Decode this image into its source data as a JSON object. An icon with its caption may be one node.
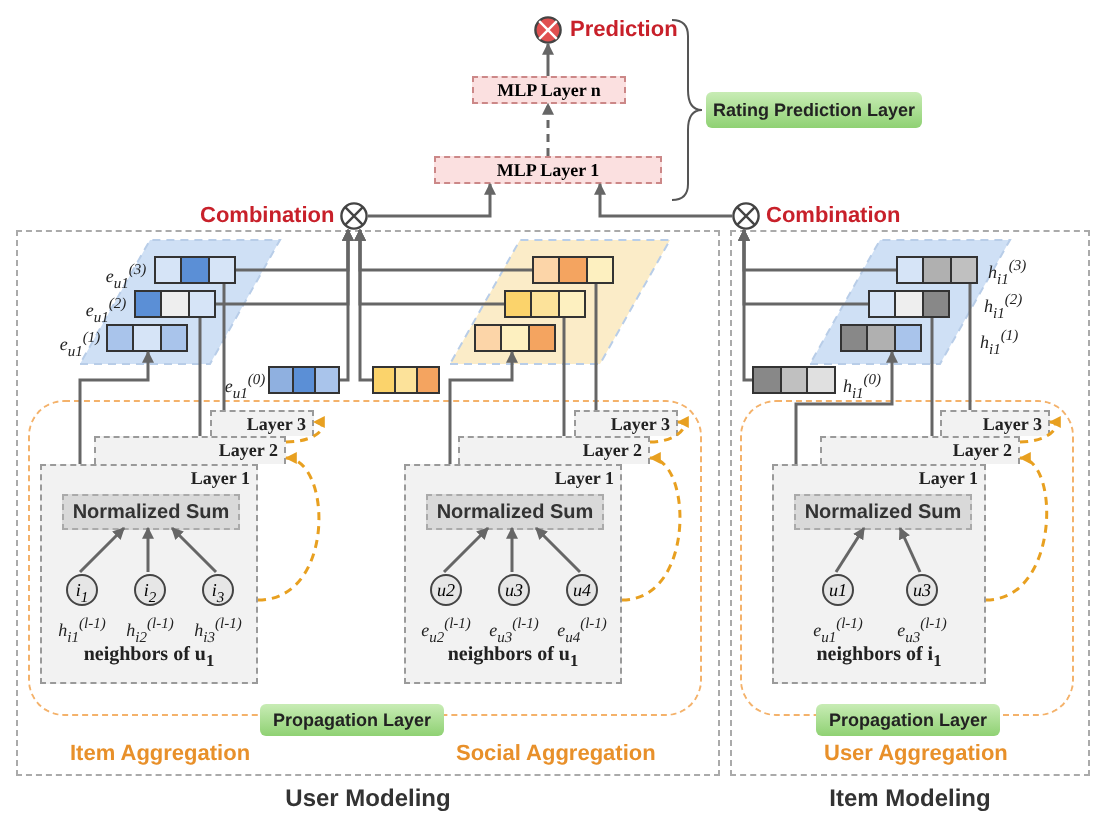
{
  "diagram": {
    "nodes": [
      {
        "text": [
          "User Modeling"
        ]
      },
      {
        "text": [
          "Propagation Layer"
        ],
        "in": 0
      },
      {
        "text": [
          "Layer 3"
        ],
        "in": 1
      },
      {
        "text": [
          "Layer 2"
        ],
        "in": 1
      },
      {
        "text": [
          "Layer 1",
          "neighbors of u$_{1}$"
        ],
        "in": 1
      },
      {
        "text": [
          "Normalized Sum"
        ],
        "in": 4
      },
      {
        "text": [
          "i$_{1}$"
        ],
        "in": 4,
        "beside": [
          "h$_{i1}$$^{(l-1)}$"
        ]
      },
      {
        "text": [
          "i$_{2}$"
        ],
        "in": 4,
        "beside": [
          "h$_{i2}$$^{(l-1)}$"
        ]
      },
      {
        "text": [
          "i$_{3}$"
        ],
        "in": 4,
        "beside": [
          "h$_{i3}$$^{(l-1)}$"
        ]
      },
      {
        "text": [
          "Layer 3"
        ],
        "in": 1
      },
      {
        "text": [
          "Layer 2"
        ],
        "in": 1
      },
      {
        "text": [
          "Layer 1",
          "neighbors of u$_{1}$"
        ],
        "in": 1
      },
      {
        "text": [
          "Normalized Sum"
        ],
        "in": 11
      },
      {
        "text": [
          "u2"
        ],
        "in": 11,
        "beside": [
          "e$_{u2}$$^{(l-1)}$"
        ]
      },
      {
        "text": [
          "u3"
        ],
        "in": 11,
        "beside": [
          "e$_{u3}$$^{(l-1)}$"
        ]
      },
      {
        "text": [
          "u4"
        ],
        "in": 11,
        "beside": [
          "e$_{u4}$$^{(l-1)}$"
        ]
      },
      {
        "text": [],
        "shape": "bar",
        "in": 0,
        "beside": [
          "e$_{u1}$$^{(0)}$"
        ]
      },
      {
        "text": [],
        "shape": "bar",
        "in": 0,
        "beside": [
          "e$_{u1}$$^{(1)}$"
        ]
      },
      {
        "text": [],
        "shape": "bar",
        "in": 0,
        "beside": [
          "e$_{u1}$$^{(2)}$"
        ]
      },
      {
        "text": [],
        "shape": "bar",
        "in": 0,
        "beside": [
          "e$_{u1}$$^{(3)}$"
        ]
      },
      {
        "text": [],
        "shape": "bar",
        "in": 0
      },
      {
        "text": [],
        "shape": "bar",
        "in": 0
      },
      {
        "text": [],
        "shape": "bar",
        "in": 0
      },
      {
        "text": [],
        "shape": "bar",
        "in": 0
      },
      {
        "text": [],
        "shape": "circle",
        "beside": [
          "Combination"
        ]
      },
      {
        "text": [
          "Item Modeling"
        ]
      },
      {
        "text": [
          "Propagation Layer"
        ],
        "in": 25
      },
      {
        "text": [
          "Layer 3"
        ],
        "in": 26
      },
      {
        "text": [
          "Layer 2"
        ],
        "in": 26
      },
      {
        "text": [
          "Layer 1",
          "neighbors of i$_{1}$"
        ],
        "in": 26
      },
      {
        "text": [
          "Normalized Sum"
        ],
        "in": 29
      },
      {
        "text": [
          "u1"
        ],
        "in": 29,
        "beside": [
          "e$_{u1}$$^{(l-1)}$"
        ]
      },
      {
        "text": [
          "u3"
        ],
        "in": 29,
        "beside": [
          "e$_{u3}$$^{(l-1)}$"
        ]
      },
      {
        "text": [],
        "shape": "bar",
        "in": 25,
        "beside": [
          "h$_{i1}$$^{(0)}$"
        ]
      },
      {
        "text": [],
        "shape": "bar",
        "in": 25
      },
      {
        "text": [],
        "shape": "bar",
        "in": 25
      },
      {
        "text": [],
        "shape": "bar",
        "in": 25
      },
      {
        "text": [],
        "shape": "circle",
        "beside": [
          "Combination"
        ]
      },
      {
        "text": [
          "MLP Layer 1"
        ]
      },
      {
        "text": [
          "MLP Layer n"
        ]
      },
      {
        "text": [],
        "shape": "circle",
        "beside": [
          "Prediction"
        ]
      },
      {
        "text": [
          "Rating Prediction Layer"
        ]
      }
    ],
    "edges": [
      {
        "from": 6,
        "to": 5,
        "arrow": "to"
      },
      {
        "from": 7,
        "to": 5,
        "arrow": "to"
      },
      {
        "from": 8,
        "to": 5,
        "arrow": "to"
      },
      {
        "from": 13,
        "to": 12,
        "arrow": "to"
      },
      {
        "from": 14,
        "to": 12,
        "arrow": "to"
      },
      {
        "from": 15,
        "to": 12,
        "arrow": "to"
      },
      {
        "from": 31,
        "to": 30,
        "arrow": "to"
      },
      {
        "from": 32,
        "to": 30,
        "arrow": "to"
      },
      {
        "from": 4,
        "to": 17,
        "arrow": "to"
      },
      {
        "from": 3,
        "to": 18,
        "arrow": "none"
      },
      {
        "from": 2,
        "to": 19,
        "arrow": "none"
      },
      {
        "from": 11,
        "to": 21,
        "arrow": "to"
      },
      {
        "from": 10,
        "to": 22,
        "arrow": "none"
      },
      {
        "from": 9,
        "to": 23,
        "arrow": "none"
      },
      {
        "from": 29,
        "to": 34,
        "arrow": "to"
      },
      {
        "from": 28,
        "to": 35,
        "arrow": "none"
      },
      {
        "from": 27,
        "to": 36,
        "arrow": "none"
      },
      {
        "from": 4,
        "to": 3,
        "arrow": "to",
        "style": "dashed",
        "color": "#e8a020"
      },
      {
        "from": 3,
        "to": 2,
        "arrow": "to",
        "style": "dashed",
        "color": "#e8a020"
      },
      {
        "from": 11,
        "to": 10,
        "arrow": "to",
        "style": "dashed",
        "color": "#e8a020"
      },
      {
        "from": 10,
        "to": 9,
        "arrow": "to",
        "style": "dashed",
        "color": "#e8a020"
      },
      {
        "from": 29,
        "to": 28,
        "arrow": "to",
        "style": "dashed",
        "color": "#e8a020"
      },
      {
        "from": 28,
        "to": 27,
        "arrow": "to",
        "style": "dashed",
        "color": "#e8a020"
      },
      {
        "from": 16,
        "to": 24,
        "arrow": "to"
      },
      {
        "from": 18,
        "to": 24,
        "arrow": "to"
      },
      {
        "from": 19,
        "to": 24,
        "arrow": "to"
      },
      {
        "from": 20,
        "to": 24,
        "arrow": "to"
      },
      {
        "from": 22,
        "to": 24,
        "arrow": "to"
      },
      {
        "from": 23,
        "to": 24,
        "arrow": "to"
      },
      {
        "from": 33,
        "to": 37,
        "arrow": "to"
      },
      {
        "from": 35,
        "to": 37,
        "arrow": "to"
      },
      {
        "from": 36,
        "to": 37,
        "arrow": "to"
      },
      {
        "from": 24,
        "to": 38,
        "arrow": "to"
      },
      {
        "from": 37,
        "to": 38,
        "arrow": "to"
      },
      {
        "from": 38,
        "to": 39,
        "arrow": "to",
        "style": "dashed"
      },
      {
        "from": 39,
        "to": 40,
        "arrow": "to"
      }
    ],
    "labels": [
      "h$_{i1}$$^{(3)}$",
      "h$_{i1}$$^{(2)}$",
      "h$_{i1}$$^{(1)}$",
      "Item Aggregation",
      "Social Aggregation",
      "User Aggregation"
    ]
  }
}
